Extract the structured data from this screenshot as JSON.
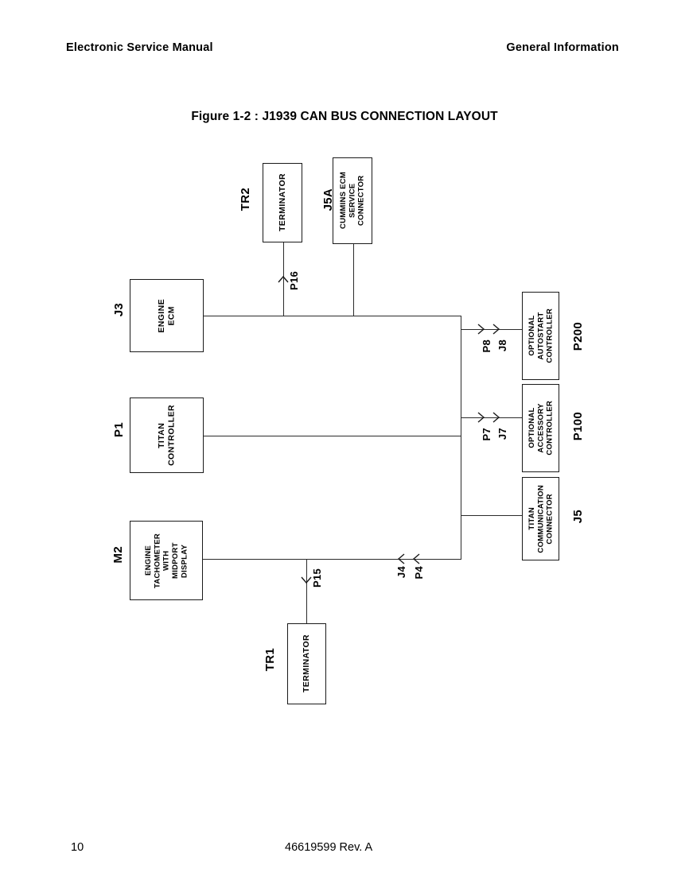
{
  "header": {
    "left": "Electronic Service Manual",
    "right": "General Information"
  },
  "figure": {
    "title": "Figure 1-2 : J1939 CAN BUS CONNECTION LAYOUT",
    "line_color": "#2b2b2b",
    "box_border_color": "#1a1a1a",
    "boxes": [
      {
        "ref": "TR2",
        "text": "TERMINATOR"
      },
      {
        "ref": "J5A",
        "text": "CUMMINS ECM\nSERVICE\nCONNECTOR"
      },
      {
        "ref": "J3",
        "text": "ENGINE\nECM"
      },
      {
        "ref": "P1",
        "text": "TITAN\nCONTROLLER"
      },
      {
        "ref": "M2",
        "text": "ENGINE\nTACHOMETER\nWITH\nMIDPORT\nDISPLAY"
      },
      {
        "ref": "P200",
        "text": "OPTIONAL\nAUTOSTART\nCONTROLLER"
      },
      {
        "ref": "P100",
        "text": "OPTIONAL\nACCESSORY\nCONTROLLER"
      },
      {
        "ref": "J5",
        "text": "TITAN\nCOMMUNICATION\nCONNECTOR"
      },
      {
        "ref": "TR1",
        "text": "TERMINATOR"
      }
    ],
    "connectors": [
      {
        "label": "P16",
        "direction": "up"
      },
      {
        "label": "P8",
        "direction": "right"
      },
      {
        "label": "J8",
        "direction": "right"
      },
      {
        "label": "P7",
        "direction": "right"
      },
      {
        "label": "J7",
        "direction": "right"
      },
      {
        "label": "J4",
        "direction": "left"
      },
      {
        "label": "P4",
        "direction": "left"
      },
      {
        "label": "P15",
        "direction": "down"
      }
    ]
  },
  "footer": {
    "page": "10",
    "document": "46619599 Rev. A"
  }
}
